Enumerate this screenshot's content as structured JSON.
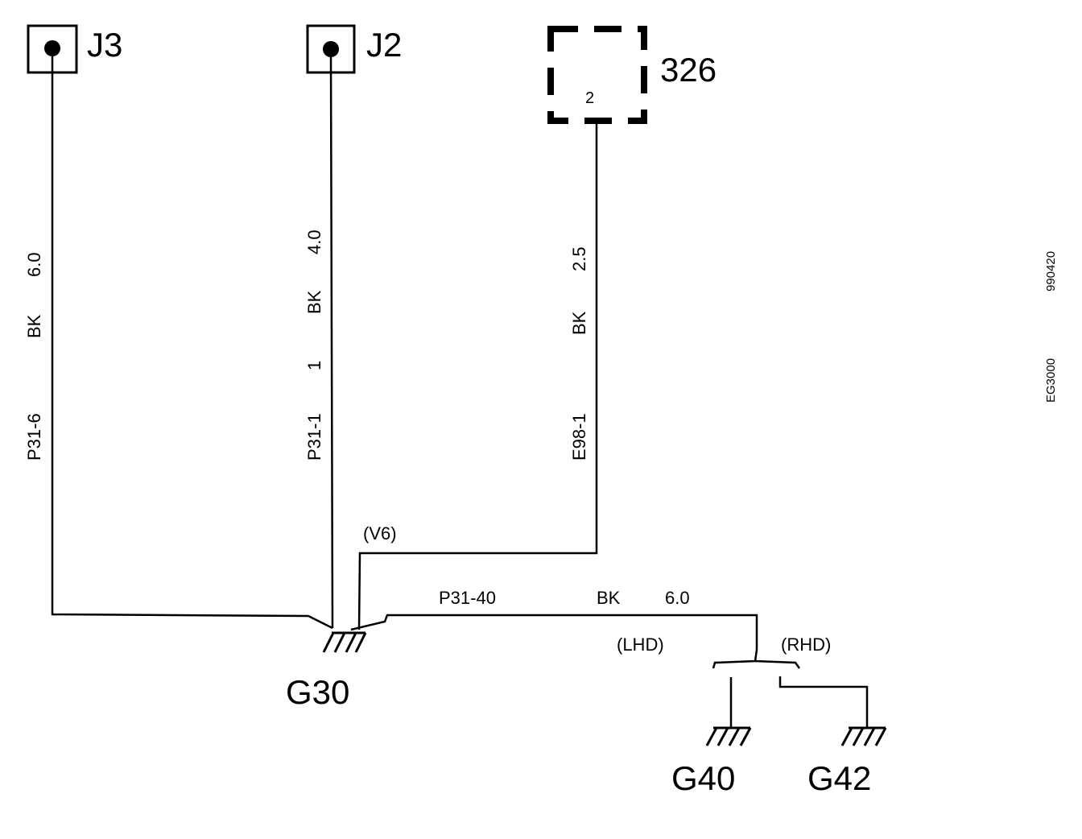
{
  "connectors": {
    "j3": {
      "label": "J3"
    },
    "j2": {
      "label": "J2"
    },
    "c326": {
      "label": "326",
      "pin": "2"
    }
  },
  "wires": {
    "w1": {
      "circuit": "P31-6",
      "color": "BK",
      "gauge": "6.0"
    },
    "w2": {
      "circuit": "P31-1",
      "pin": "1",
      "color": "BK",
      "gauge": "4.0"
    },
    "w3": {
      "circuit": "E98-1",
      "color": "BK",
      "gauge": "2.5"
    },
    "w4": {
      "circuit": "P31-40",
      "color": "BK",
      "gauge": "6.0"
    }
  },
  "notes": {
    "v6": "(V6)",
    "lhd": "(LHD)",
    "rhd": "(RHD)"
  },
  "grounds": {
    "g30": "G30",
    "g40": "G40",
    "g42": "G42"
  },
  "side_codes": {
    "code1": "990420",
    "code2": "EG3000"
  }
}
